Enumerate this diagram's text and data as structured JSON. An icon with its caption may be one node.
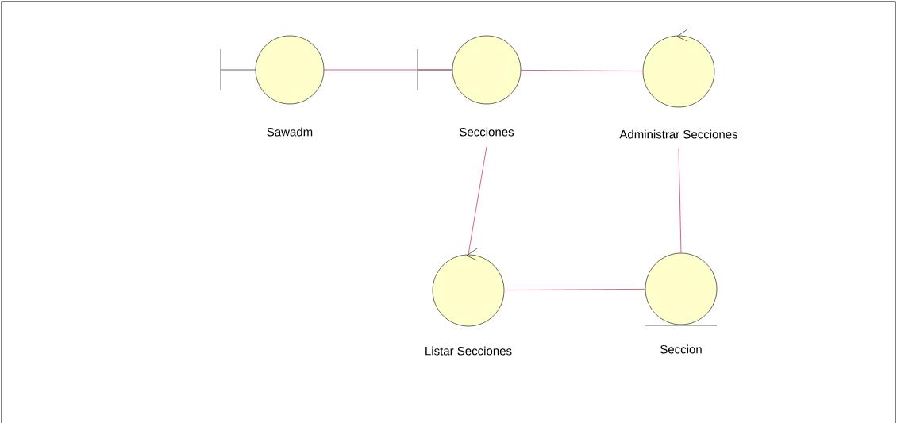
{
  "diagram": {
    "nodes": [
      {
        "text": [
          "Sawadm"
        ]
      },
      {
        "text": [
          "Secciones"
        ]
      },
      {
        "text": [
          "Administrar Secciones"
        ]
      },
      {
        "text": [
          "Listar Secciones"
        ]
      },
      {
        "text": [
          "Seccion"
        ]
      }
    ],
    "edges": [
      {
        "from": 0,
        "to": 1,
        "arrow": "none"
      },
      {
        "from": 1,
        "to": 2,
        "arrow": "none"
      },
      {
        "from": 1,
        "to": 3,
        "arrow": "none"
      },
      {
        "from": 2,
        "to": 4,
        "arrow": "none"
      },
      {
        "from": 3,
        "to": 4,
        "arrow": "none"
      }
    ]
  }
}
